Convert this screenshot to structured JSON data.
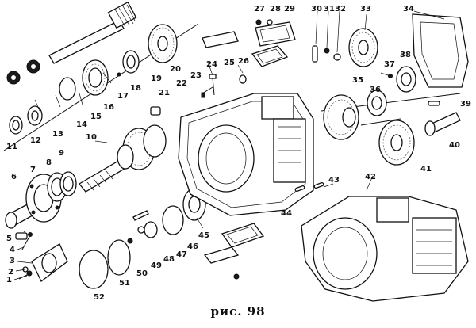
{
  "caption": "рис. 98",
  "callouts": [
    "1",
    "2",
    "3",
    "4",
    "5",
    "6",
    "7",
    "8",
    "9",
    "10",
    "11",
    "12",
    "13",
    "14",
    "15",
    "16",
    "17",
    "18",
    "19",
    "20",
    "21",
    "22",
    "23",
    "24",
    "25",
    "26",
    "27",
    "28",
    "29",
    "30",
    "31",
    "32",
    "33",
    "34",
    "35",
    "36",
    "37",
    "38",
    "39",
    "40",
    "41",
    "42",
    "43",
    "44",
    "45",
    "46",
    "47",
    "48",
    "49",
    "50",
    "51",
    "52"
  ]
}
